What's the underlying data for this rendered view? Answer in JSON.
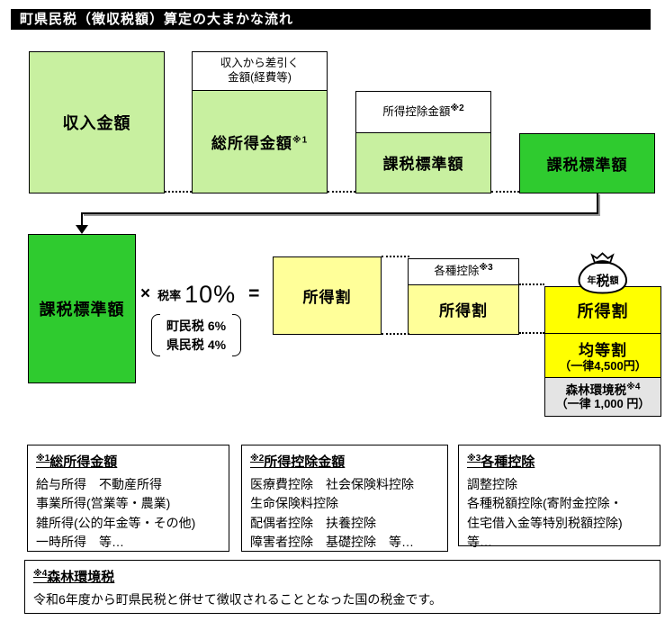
{
  "title": "町県民税（徴収税額）算定の大まかな流れ",
  "colors": {
    "light_green": "#c8f0a0",
    "dark_green": "#2fcb2f",
    "pale_yellow": "#ffff99",
    "bright_yellow": "#ffff00",
    "gray": "#e4e4e4",
    "title_bg": "#000000",
    "title_fg": "#ffffff"
  },
  "top_flow": {
    "income": "収入金額",
    "deduction_note": {
      "line1": "収入から差引く",
      "line2": "金額(経費等)"
    },
    "gross_income": {
      "label": "総所得金額",
      "sup": "※1"
    },
    "income_deduction": {
      "label": "所得控除金額",
      "sup": "※2"
    },
    "taxable_standard_1": "課税標準額",
    "taxable_standard_2": "課税標準額"
  },
  "calc_row": {
    "taxable_standard": "課税標準額",
    "multiply_sign": "×",
    "rate_label": "税率",
    "rate_value": "10%",
    "equals_sign": "=",
    "breakdown": {
      "town": "町民税 6%",
      "prefecture": "県民税 4%"
    },
    "income_levy": "所得割",
    "various_deduction": {
      "label": "各種控除",
      "sup": "※3"
    },
    "income_levy_after": "所得割"
  },
  "result": {
    "bag": {
      "prefix": "年",
      "main": "税",
      "suffix": "額"
    },
    "income_levy": "所得割",
    "per_capita": {
      "label": "均等割",
      "amount": "（一律4,500円）"
    },
    "forest_tax": {
      "label": "森林環境税",
      "sup": "※4",
      "amount": "（一律 1,000 円）"
    }
  },
  "notes": [
    {
      "sup": "※1",
      "title": "総所得金額",
      "lines": [
        "給与所得　不動産所得",
        "事業所得(営業等・農業)",
        "雑所得(公的年金等・その他)",
        "一時所得　等…"
      ]
    },
    {
      "sup": "※2",
      "title": "所得控除金額",
      "lines": [
        "医療費控除　社会保険料控除",
        "生命保険料控除",
        "配偶者控除　扶養控除",
        "障害者控除　基礎控除　等…"
      ]
    },
    {
      "sup": "※3",
      "title": "各種控除",
      "lines": [
        "調整控除",
        "各種税額控除(寄附金控除・",
        "住宅借入金等特別税額控除)",
        "等…"
      ]
    }
  ],
  "footnote": {
    "sup": "※4",
    "title": "森林環境税",
    "text": "令和6年度から町県民税と併せて徴収されることとなった国の税金です。"
  }
}
